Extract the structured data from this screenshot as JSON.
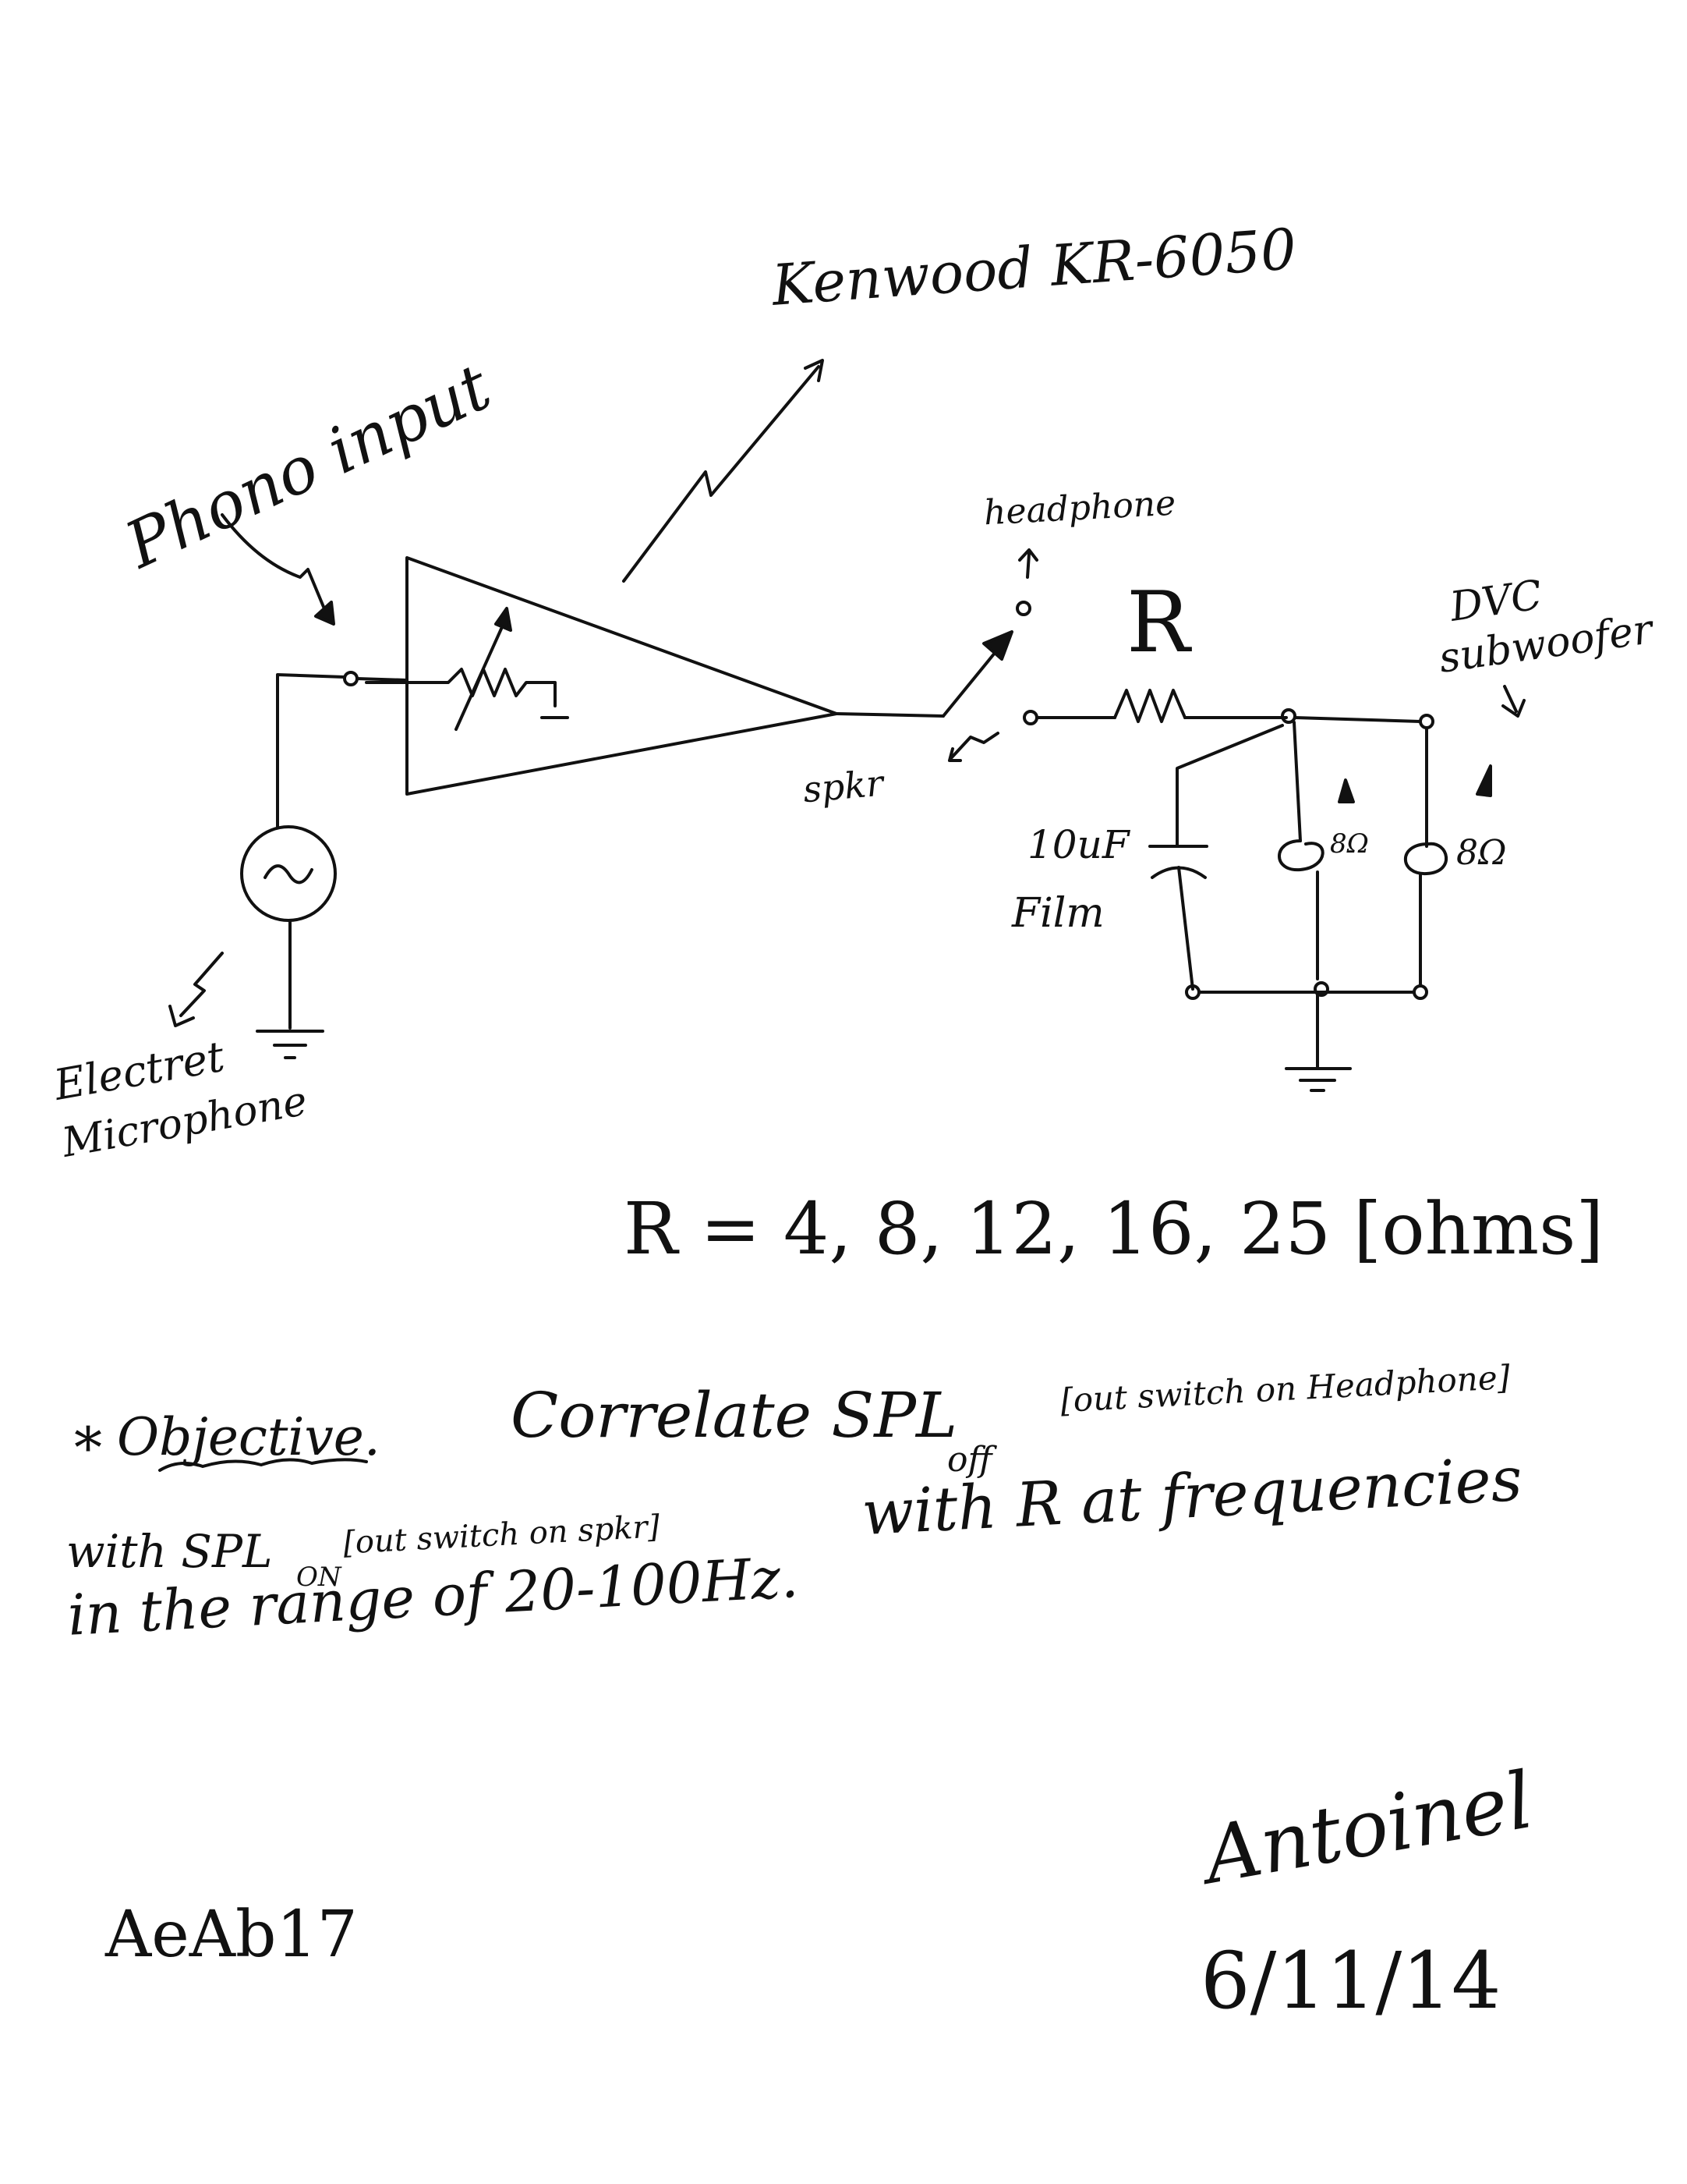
{
  "diagram": {
    "amplifier_label": "Kenwood KR-6050",
    "phono_label": "Phono input",
    "headphone_label": "headphone",
    "speaker_label": "spkr",
    "resistor_label": "R",
    "subwoofer_label_line1": "DVC",
    "subwoofer_label_line2": "subwoofer",
    "capacitor_label_line1": "10uF",
    "capacitor_label_line2": "Film",
    "coil1_label": "8Ω",
    "coil2_label": "8Ω",
    "microphone_label_line1": "Electret",
    "microphone_label_line2": "Microphone",
    "resistance_values": "R = 4, 8, 12, 16, 25 [ohms]"
  },
  "notes": {
    "objective_star": "*",
    "objective_label": "Objective.",
    "line1_text": "Correlate SPL",
    "line1_sub": "off",
    "line1_bracket": "[out switch on Headphone]",
    "line2_text_a": "with SPL",
    "line2_sub": "ON",
    "line2_bracket": "[out switch on spkr]",
    "line2_text_b": "with R at frequencies",
    "line3_text": "in the range of 20-100Hz."
  },
  "footer": {
    "code": "AeAb17",
    "signature": "Antoinel",
    "date": "6/11/14"
  },
  "colors": {
    "ink": "#111111",
    "paper": "#ffffff"
  }
}
